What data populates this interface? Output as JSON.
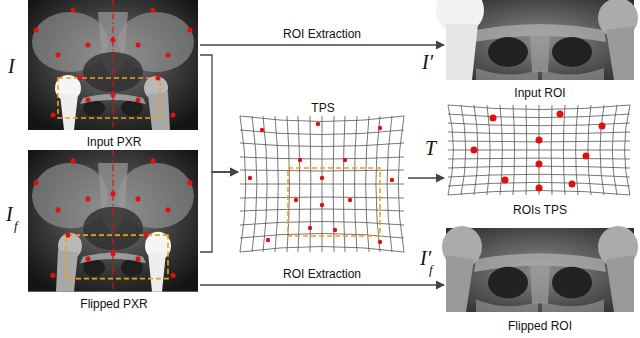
{
  "diagram": {
    "nodes": [
      {
        "text": [
          "Input PXR"
        ]
      },
      {
        "text": [
          "Flipped PXR"
        ]
      },
      {
        "text": [
          "TPS"
        ]
      },
      {
        "text": [
          "Input ROI"
        ]
      },
      {
        "text": [
          "ROIs TPS"
        ]
      },
      {
        "text": [
          "Flipped ROI"
        ]
      }
    ],
    "edges": [
      {
        "from": 0,
        "to": 3,
        "arrow": "to",
        "label": "ROI Extraction"
      },
      {
        "from": 1,
        "to": 5,
        "arrow": "to",
        "label": "ROI Extraction"
      },
      {
        "from": 0,
        "to": 2,
        "arrow": "to"
      },
      {
        "from": 1,
        "to": 2,
        "arrow": "to"
      },
      {
        "from": 2,
        "to": 4,
        "arrow": "to"
      }
    ],
    "labels": [
      "I",
      "I",
      "f",
      "I′",
      "T",
      "I′",
      "f"
    ]
  }
}
